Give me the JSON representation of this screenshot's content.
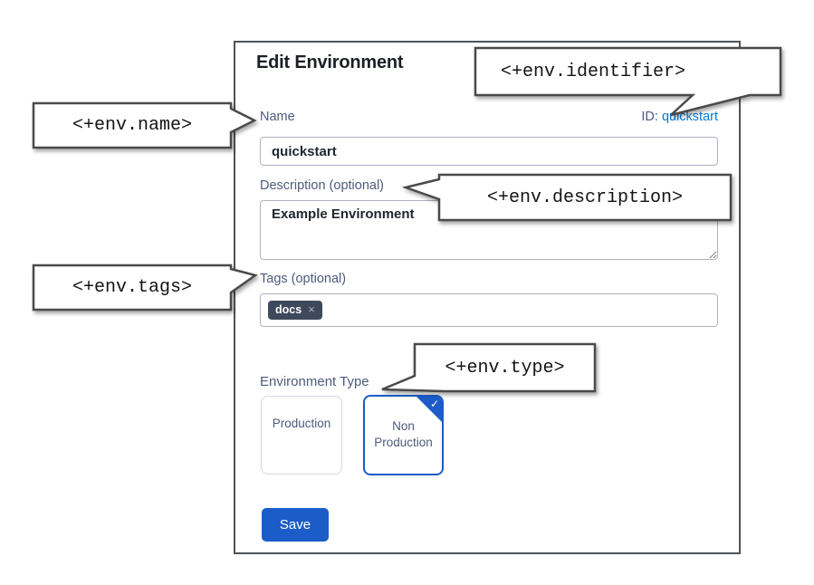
{
  "colors": {
    "accent_blue": "#1b5cc8",
    "link_blue": "#0278d5",
    "label_slate": "#4d5b7c",
    "tag_chip_bg": "#3e4a5c",
    "callout_border": "#4a4a4a"
  },
  "dialog": {
    "title": "Edit Environment",
    "identifier": {
      "label": "ID:",
      "value": "quickstart"
    },
    "name_field": {
      "label": "Name",
      "value": "quickstart"
    },
    "description_field": {
      "label": "Description (optional)",
      "value": "Example Environment"
    },
    "tags_field": {
      "label": "Tags (optional)",
      "tags": [
        {
          "text": "docs",
          "remove_icon": "×"
        }
      ]
    },
    "environment_type": {
      "label": "Environment Type",
      "check_icon": "✓",
      "options": [
        {
          "label": "Production",
          "selected": false
        },
        {
          "label": "Non Production",
          "selected": true
        }
      ]
    },
    "save_button": "Save"
  },
  "callouts": {
    "name": "<+env.name>",
    "identifier": "<+env.identifier>",
    "description": "<+env.description>",
    "tags": "<+env.tags>",
    "type": "<+env.type>"
  }
}
